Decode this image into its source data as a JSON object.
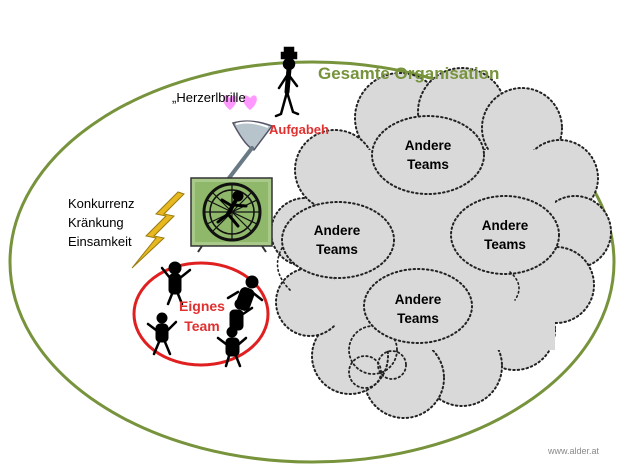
{
  "diagram": {
    "organization_label": "Gesamte Organisation",
    "glasses_label": "„Herzerlbrille",
    "task_label": "Aufgabeh",
    "stress_factors": [
      "Konkurrenz",
      "Kränkung",
      "Einsamkeit"
    ],
    "own_team": {
      "line1": "Eignes",
      "line2": "Team"
    },
    "other_teams": [
      {
        "line1": "Andere",
        "line2": "Teams"
      },
      {
        "line1": "Andere",
        "line2": "Teams"
      },
      {
        "line1": "Andere",
        "line2": "Teams"
      },
      {
        "line1": "Andere",
        "line2": "Teams"
      }
    ],
    "watermark": "www.alder.at",
    "colors": {
      "organization_outline": "#77933C",
      "own_team_outline": "#E02020",
      "cloud_fill": "#D9D9D9",
      "hearts": "#FF99FF",
      "lightning": "#E8B820"
    },
    "icons": [
      "stick-figure-icon",
      "heart-glasses-icon",
      "funnel-icon",
      "hamster-wheel-icon",
      "lightning-bolt-icon",
      "team-figures-icon"
    ]
  }
}
